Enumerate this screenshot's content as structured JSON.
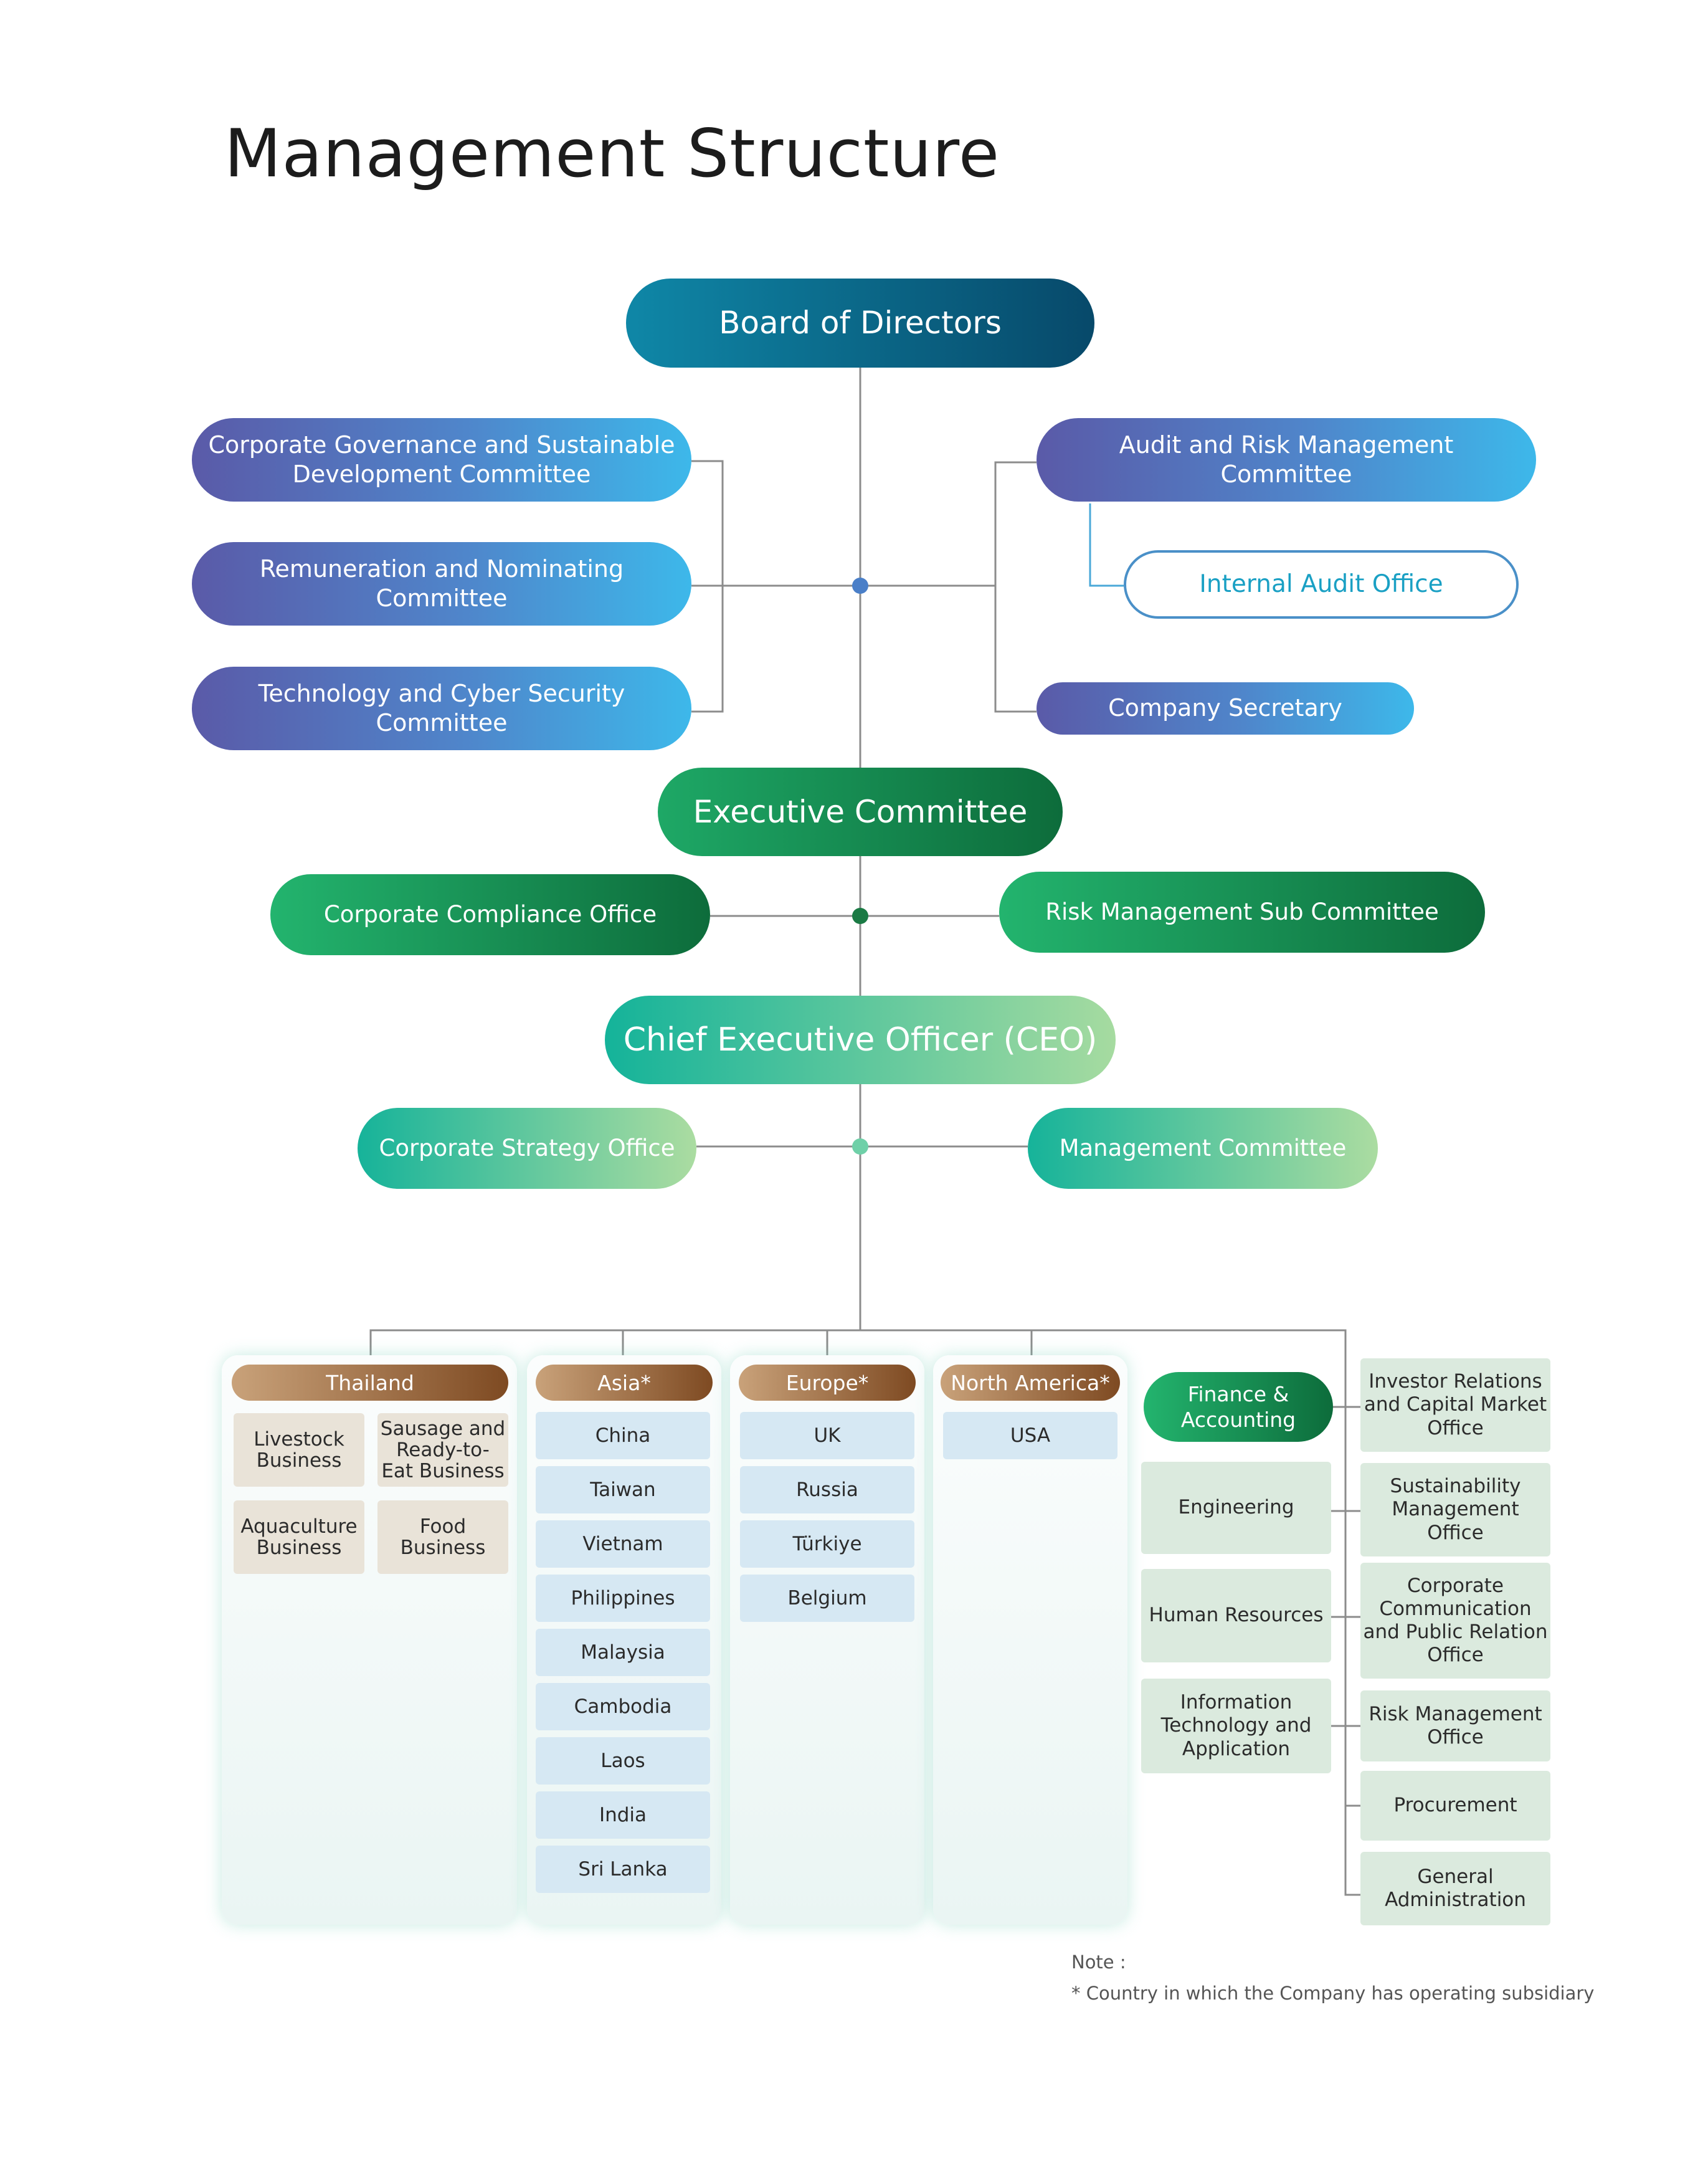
{
  "title": "Management Structure",
  "board": "Board of Directors",
  "board_committees_left": [
    "Corporate Governance and Sustainable\nDevelopment Committee",
    "Remuneration and Nominating\nCommittee",
    "Technology and Cyber Security\nCommittee"
  ],
  "board_committees_right": {
    "audit": "Audit and Risk Management\nCommittee",
    "internal_audit": "Internal Audit Office",
    "secretary": "Company Secretary"
  },
  "executive_committee": "Executive Committee",
  "executive_left": "Corporate Compliance Office",
  "executive_right": "Risk Management Sub Committee",
  "ceo": "Chief Executive Officer (CEO)",
  "ceo_left": "Corporate Strategy Office",
  "ceo_right": "Management Committee",
  "regions": [
    {
      "name": "Thailand",
      "items": [
        "Livestock\nBusiness",
        "Sausage and\nReady-to-\nEat Business",
        "Aquaculture\nBusiness",
        "Food\nBusiness"
      ]
    },
    {
      "name": "Asia*",
      "items": [
        "China",
        "Taiwan",
        "Vietnam",
        "Philippines",
        "Malaysia",
        "Cambodia",
        "Laos",
        "India",
        "Sri Lanka"
      ]
    },
    {
      "name": "Europe*",
      "items": [
        "UK",
        "Russia",
        "Türkiye",
        "Belgium"
      ]
    },
    {
      "name": "North America*",
      "items": [
        "USA"
      ]
    }
  ],
  "functions_left": {
    "finance": "Finance &\nAccounting",
    "items": [
      "Engineering",
      "Human Resources",
      "Information\nTechnology and\nApplication"
    ]
  },
  "functions_right": [
    "Investor Relations\nand Capital Market\nOffice",
    "Sustainability\nManagement\nOffice",
    "Corporate\nCommunication\nand Public Relation\nOffice",
    "Risk Management\nOffice",
    "Procurement",
    "General\nAdministration"
  ],
  "note": {
    "label": "Note :",
    "text": "* Country in which the Company has operating subsidiary"
  },
  "colors": {
    "board": "#0a6d8f",
    "blue_committee": "#4f86cb",
    "executive": "#1a9a5a",
    "ceo": "#5cc3a0",
    "region_header": "#a8754a",
    "line": "#8a8a8a"
  }
}
